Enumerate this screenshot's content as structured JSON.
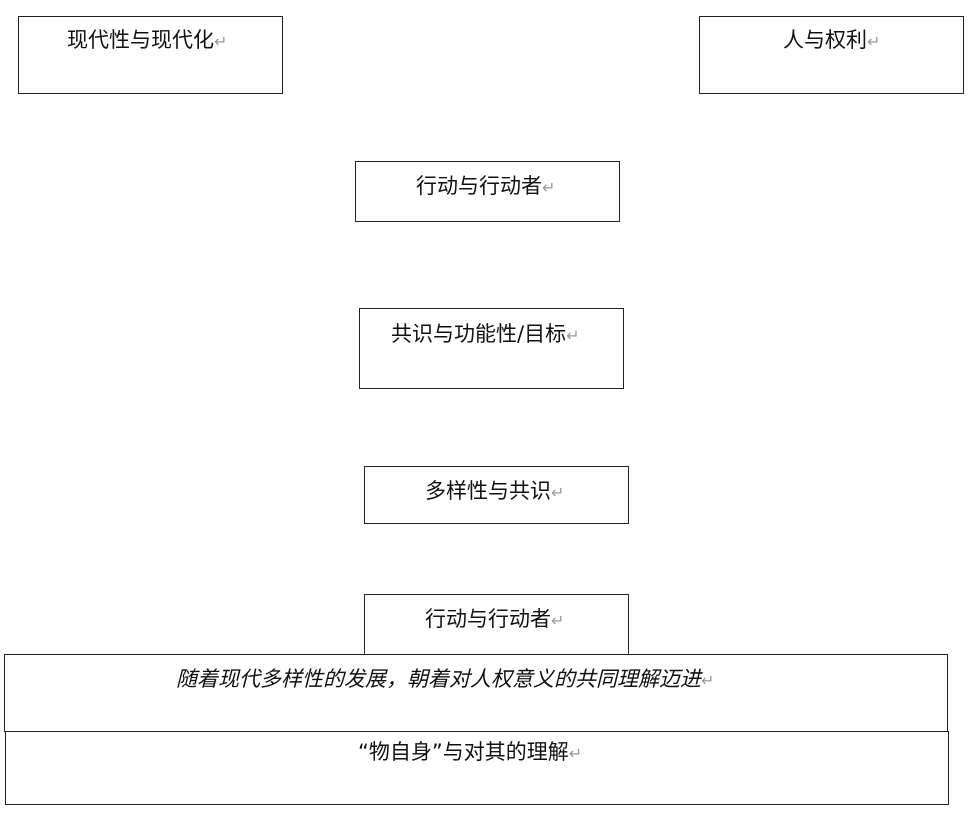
{
  "boxes": {
    "modernity": "现代性与现代化",
    "human_rights": "人与权利",
    "action_1": "行动与行动者",
    "consensus_function": "共识与功能性/目标",
    "diversity_consensus": "多样性与共识",
    "action_2": "行动与行动者",
    "progress": "随着现代多样性的发展，朝着对人权意义的共同理解迈进",
    "thing_itself": "“物自身”与对其的理解"
  },
  "paragraph_mark": "↵"
}
